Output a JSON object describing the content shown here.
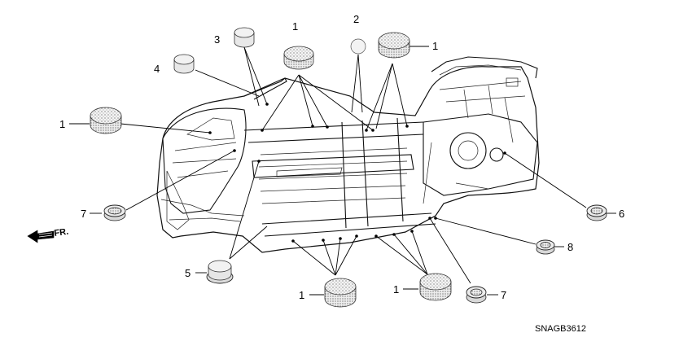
{
  "diagram": {
    "parts": [
      {
        "ref": "1",
        "type": "large-dotted-grommet"
      },
      {
        "ref": "2",
        "type": "seal-disc"
      },
      {
        "ref": "3",
        "type": "plain-plug"
      },
      {
        "ref": "4",
        "type": "plain-plug"
      },
      {
        "ref": "5",
        "type": "flanged-plug"
      },
      {
        "ref": "6",
        "type": "small-ring-grommet"
      },
      {
        "ref": "7",
        "type": "small-ring-grommet"
      },
      {
        "ref": "8",
        "type": "small-ring-grommet"
      }
    ],
    "callouts": {
      "c1_top": "1",
      "c2_top": "2",
      "c3_top": "3",
      "c1_top_right": "1",
      "c4_left": "4",
      "c1_left": "1",
      "c7_left": "7",
      "c6_right": "6",
      "c8_right": "8",
      "c5_bottom": "5",
      "c1_bottom_left": "1",
      "c1_bottom_right": "1",
      "c7_bottom": "7"
    },
    "front_marker": "FR.",
    "diagram_code": "SNAGB3612"
  }
}
